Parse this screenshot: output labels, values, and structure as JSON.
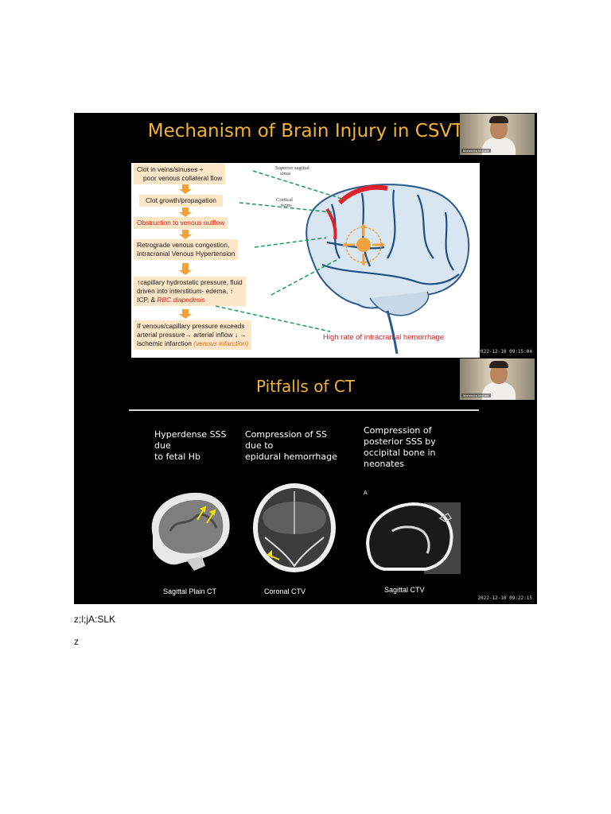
{
  "slide1": {
    "title": "Mechanism of Brain Injury in CSVT",
    "presenter_name": "Mahendra Moharir",
    "timestamp": "2022-12-10 09:15:04",
    "boxes": {
      "clot_line1": "Clot in veins/sinuses +",
      "clot_line2": "poor venous collateral flow",
      "growth": "Clot growth/propagation",
      "obstruction": "Obstruction to venous outflow",
      "retro_line1": "Retrograde venous congestion,",
      "retro_line2": "Intracranial Venous Hypertension",
      "cap_line1": "↑capillary hydrostatic pressure, fluid",
      "cap_line2": "driven into interstitium- edema, ↑",
      "cap_line3_prefix": "ICP, & ",
      "cap_line3_em": "RBC diapedesis",
      "venous_line1": "If venous/capillary pressure exceeds",
      "venous_line2": "arterial pressure→ arterial inflow ↓  →",
      "venous_line3_prefix": "ischemic infarction ",
      "venous_line3_em": "(venous infarction)"
    },
    "labels": {
      "sss_line1": "Superior sagittal",
      "sss_line2": "sinus",
      "cortical_line1": "Cortical",
      "cortical_line2": "veins",
      "hemorrhage": "High rate of intracranial hemorrhage"
    }
  },
  "slide2": {
    "title": "Pitfalls of CT",
    "presenter_name": "Mahendra Moharir",
    "timestamp": "2022-12-10 09:22:15",
    "captions": {
      "c1_line1": "Hyperdense SSS",
      "c1_line2": "due",
      "c1_line3": "to fetal Hb",
      "c2_line1": "Compression of SS",
      "c2_line2": "due to",
      "c2_line3": "epidural hemorrhage",
      "c3_line1": "Compression of",
      "c3_line2": "posterior SSS by",
      "c3_line3": "occipital bone in",
      "c3_line4": "neonates"
    },
    "panel_tag": "A",
    "image_labels": {
      "l1": "Sagittal Plain CT",
      "l2": "Coronal CTV",
      "l3": "Sagittal CTV"
    }
  },
  "document_text": {
    "line1": "z;l;jA:SLK",
    "line2": "z"
  },
  "colors": {
    "title": "#f2b233",
    "box_fill": "#fde7c8",
    "arrow": "#f2a23a",
    "highlight_red": "#d02020",
    "dashed_line": "#1f9a5a"
  }
}
